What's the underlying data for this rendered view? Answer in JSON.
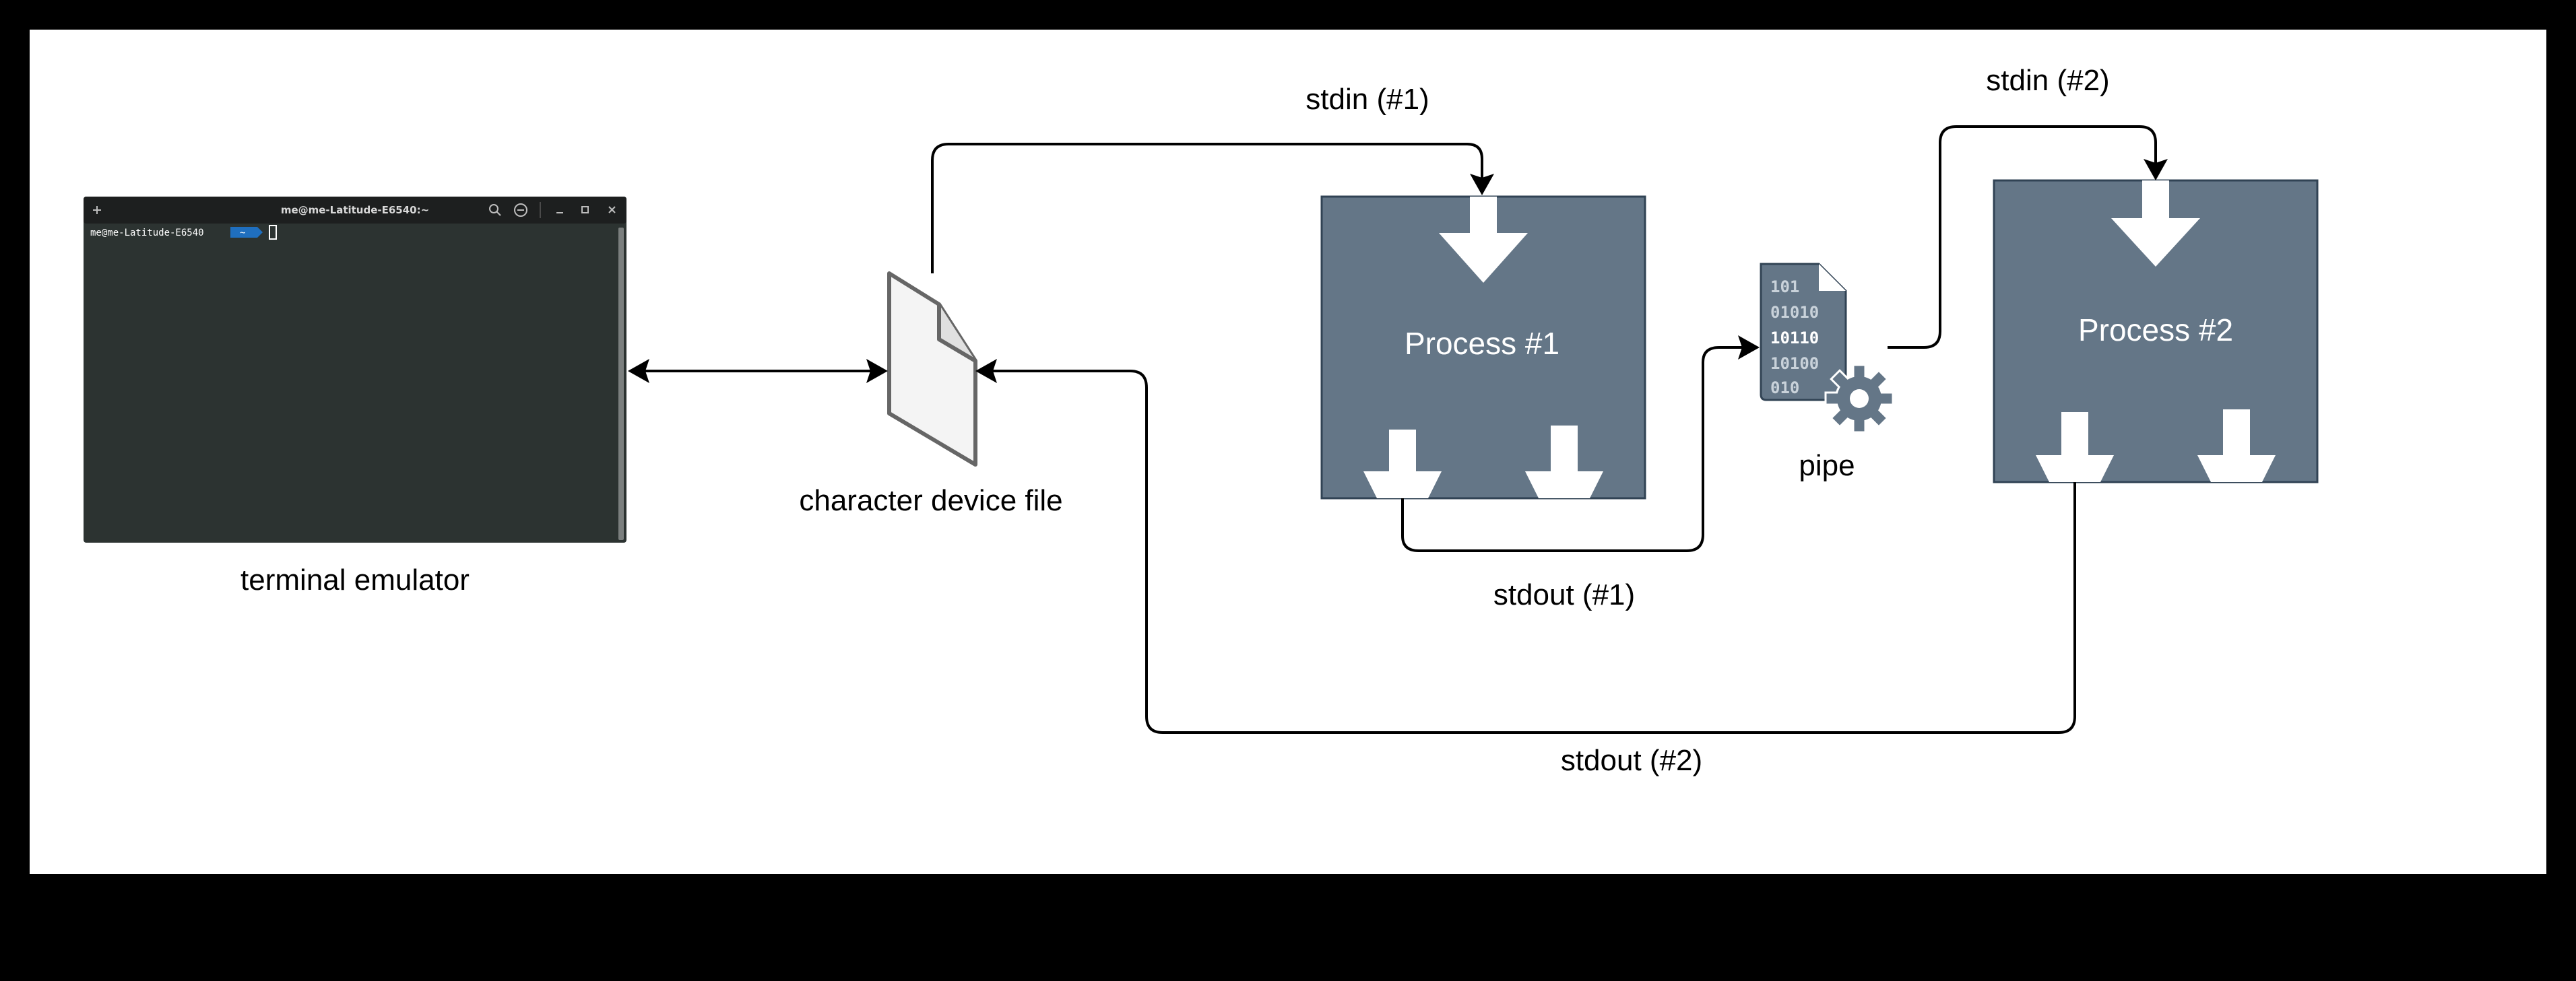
{
  "colors": {
    "canvas": "#ffffff",
    "frame": "#000000",
    "process_fill": "#647687",
    "process_stroke": "#314354",
    "arrow": "#000000",
    "terminal_bg": "#2c3331",
    "terminal_titlebar": "#1d1f1f",
    "prompt_badge": "#1f6fbf",
    "file_fill": "#f4f4f4",
    "file_stroke": "#666666"
  },
  "terminal": {
    "label": "terminal emulator",
    "window_title": "me@me-Latitude-E6540:~",
    "prompt_host": "me@me-Latitude-E6540",
    "prompt_path": "~",
    "icons": [
      "new-tab-icon",
      "search-icon",
      "menu-icon",
      "minimize-icon",
      "maximize-icon",
      "close-icon"
    ]
  },
  "device_file": {
    "label": "character device file",
    "icon": "file-icon"
  },
  "process1": {
    "label": "Process #1"
  },
  "process2": {
    "label": "Process #2"
  },
  "pipe": {
    "label": "pipe",
    "icon": "binary-file-gear-icon",
    "binary_rows": [
      "101",
      "01010",
      "10110",
      "10100",
      "010"
    ]
  },
  "flows": {
    "stdin1": "stdin (#1)",
    "stdin2": "stdin (#2)",
    "stdout1": "stdout (#1)",
    "stdout2": "stdout (#2)"
  }
}
